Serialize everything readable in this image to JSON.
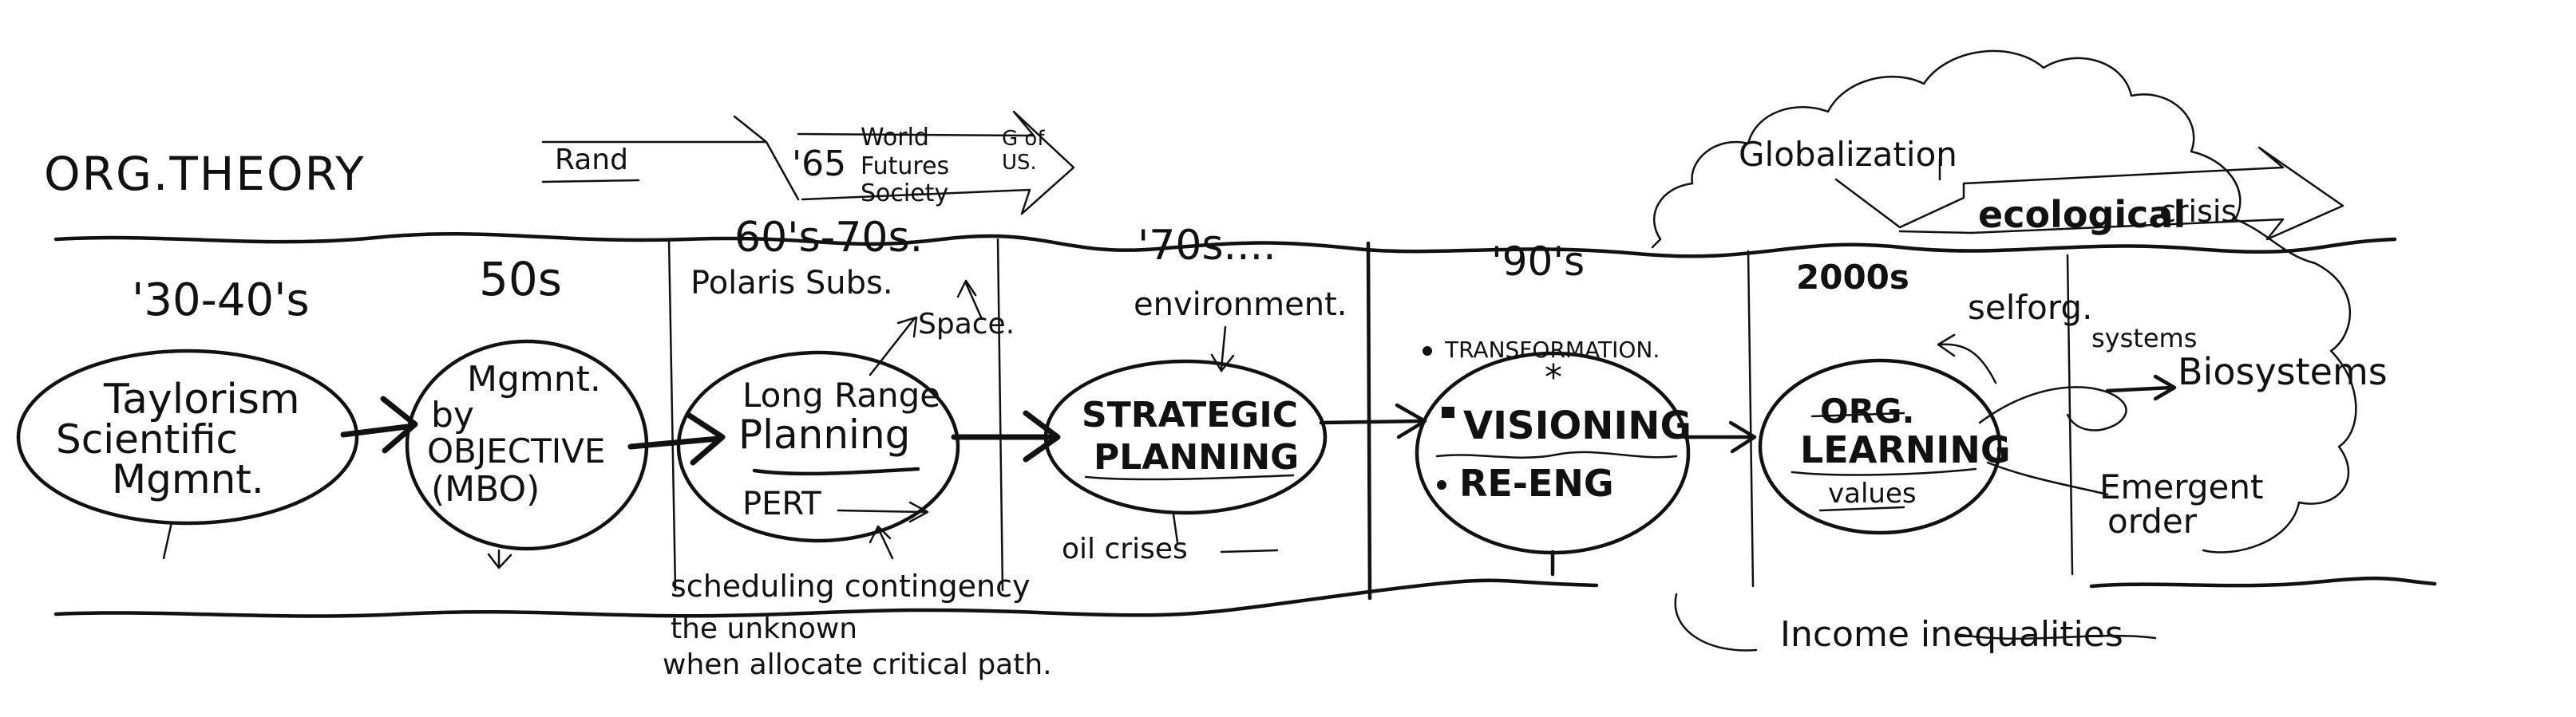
{
  "title": "ORG.THEORY",
  "eras": {
    "e1": "'30-40's",
    "e2": "50s",
    "e3": "60's-70s.",
    "e4": "'70s....",
    "e5": "'90's",
    "e6": "2000s"
  },
  "nodes": {
    "taylorism": [
      "Taylorism",
      "Scientific",
      "Mgmnt."
    ],
    "mbo": [
      "Mgmnt.",
      "by",
      "OBJECTIVE",
      "(MBO)"
    ],
    "long_range": [
      "Long Range",
      "Planning"
    ],
    "pert": "PERT",
    "strategic": [
      "STRATEGIC",
      "PLANNING"
    ],
    "transformation": "TRANSFORMATION.",
    "visioning": "VISIONING",
    "reeng": "RE-ENG",
    "org_learning": [
      "ORG.",
      "LEARNING"
    ],
    "values": "values"
  },
  "annotations": {
    "rand": "Rand",
    "y65": "'65",
    "wfs": [
      "World",
      "Futures",
      "Society"
    ],
    "gofus": [
      "G of",
      "US."
    ],
    "polaris": "Polaris Subs.",
    "space": "Space.",
    "environment": "environment.",
    "oil_crises": "oil crises",
    "scheduling": [
      "scheduling contingency",
      "the unknown",
      "when allocate critical path."
    ],
    "globalization": "Globalization",
    "ecological": "ecological",
    "crisis": "crisis",
    "selforg": "selforg.",
    "systems": "systems",
    "biosystems": "Biosystems",
    "emergent": [
      "Emergent",
      "order"
    ],
    "income": "Income inequalities"
  }
}
